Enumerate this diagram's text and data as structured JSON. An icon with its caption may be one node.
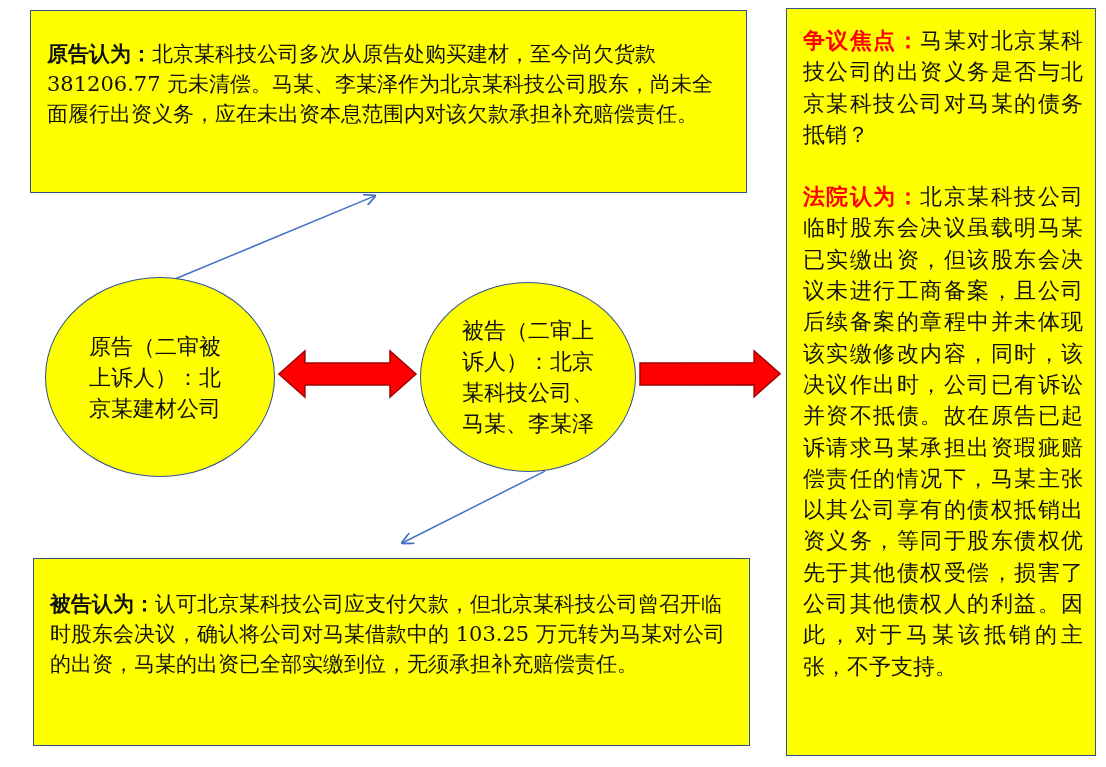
{
  "diagram": {
    "nodes": [
      {
        "text": [
          "**原告认为：**北京某科技公司多次从原告处购买建材，至今尚欠货款 381206.77 元未清偿。马某、李某泽作为北京某科技公司股东，尚未全面履行出资义务，应在未出资本息范围内对该欠款承担补充赔偿责任。"
        ]
      },
      {
        "text": [
          "原告（二审被上诉人）：北京某建材公司"
        ]
      },
      {
        "text": [
          "被告（二审上诉人）：北京某科技公司、马某、李某泽"
        ]
      },
      {
        "text": [
          "**被告认为：**认可北京某科技公司应支付欠款，但北京某科技公司曾召开临时股东会决议，确认将公司对马某借款中的 103.25 万元转为马某对公司的出资，马某的出资已全部实缴到位，无须承担补充赔偿责任。"
        ]
      },
      {
        "text": [
          "**争议焦点：**马某对北京某科技公司的出资义务是否与北京某科技公司对马某的债务抵销？",
          "**法院认为：**北京某科技公司临时股东会决议虽载明马某已实缴出资，但该股东会决议未进行工商备案，且公司后续备案的章程中并未体现该实缴修改内容，同时，该决议作出时，公司已有诉讼并资不抵债。故在原告已起诉请求马某承担出资瑕疵赔偿责任的情况下，马某主张以其公司享有的债权抵销出资义务，等同于股东债权优先于其他债权受偿，损害了公司其他债权人的利益。因此，对于马某该抵销的主张，不予支持。"
        ]
      }
    ],
    "edges": [
      {
        "from": 1,
        "to": 0,
        "arrow": "to"
      },
      {
        "from": 1,
        "to": 2,
        "arrow": "both",
        "style": "thick",
        "color": "#ff0000"
      },
      {
        "from": 2,
        "to": 4,
        "arrow": "to",
        "style": "thick",
        "color": "#ff0000"
      },
      {
        "from": 2,
        "to": 3,
        "arrow": "to"
      }
    ]
  }
}
